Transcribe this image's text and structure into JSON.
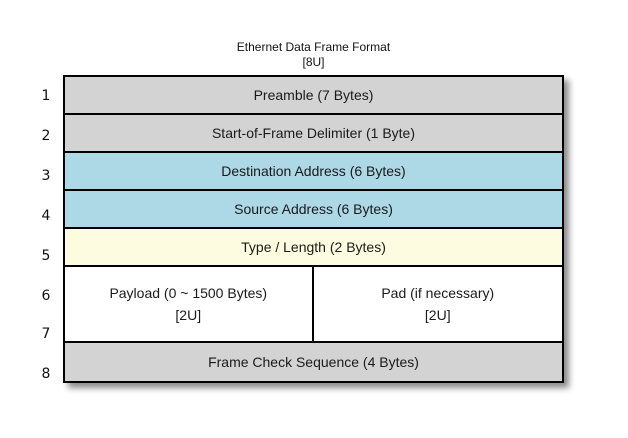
{
  "title": {
    "line1": "Ethernet Data Frame Format",
    "line2": "[8U]"
  },
  "colors": {
    "gray": "#d3d3d3",
    "blue": "#add8e6",
    "yellow": "#fdfce1",
    "white": "#ffffff",
    "border": "#000000"
  },
  "frame_table": {
    "row_numbers": [
      "1",
      "2",
      "3",
      "4",
      "5",
      "6",
      "7",
      "8"
    ],
    "rows": [
      {
        "label": "Preamble (7 Bytes)",
        "color": "gray"
      },
      {
        "label": "Start-of-Frame Delimiter (1 Byte)",
        "color": "gray"
      },
      {
        "label": "Destination Address (6 Bytes)",
        "color": "blue"
      },
      {
        "label": "Source Address (6 Bytes)",
        "color": "blue"
      },
      {
        "label": "Type / Length (2 Bytes)",
        "color": "yellow"
      },
      {
        "split": true,
        "color": "white",
        "cells": [
          {
            "label": "Payload (0 ~ 1500 Bytes)",
            "sub": "[2U]"
          },
          {
            "label": "Pad (if necessary)",
            "sub": "[2U]"
          }
        ]
      },
      {
        "label": "Frame Check Sequence (4 Bytes)",
        "color": "gray"
      }
    ]
  }
}
